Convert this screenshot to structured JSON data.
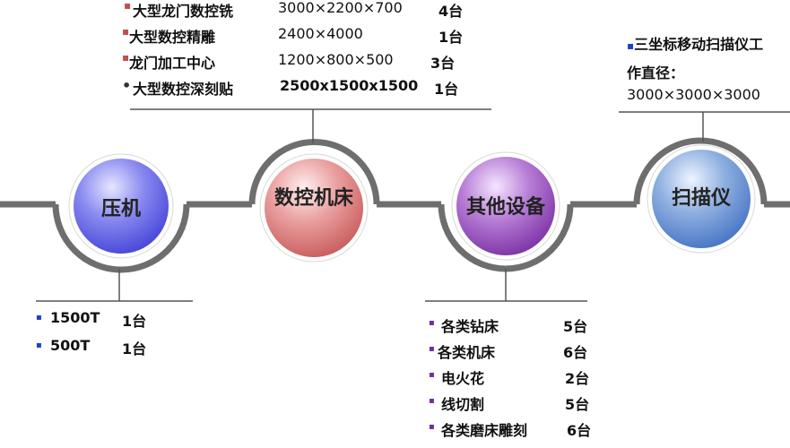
{
  "colors": {
    "track": "#6e6e6e",
    "connector": "#555555",
    "bullet_red": "#c0504d",
    "bullet_purple": "#7030a0",
    "bullet_blue": "#1f3fd0"
  },
  "nodes": [
    {
      "label": "压机",
      "fill": "#6a6ae6"
    },
    {
      "label": "数控机床",
      "fill": "#e07d7d"
    },
    {
      "label": "其他设备",
      "fill": "#a259c4"
    },
    {
      "label": "扫描仪",
      "fill": "#6c95cf"
    }
  ],
  "cnc_items": [
    {
      "bullet": "▪",
      "name": "大型龙门数控铣",
      "size": "3000×2200×700",
      "qty": "4台"
    },
    {
      "bullet": "▪",
      "name": "大型数控精雕",
      "size": "2400×4000",
      "qty": "1台"
    },
    {
      "bullet": "▪",
      "name": "龙门加工中心",
      "size": "1200×800×500",
      "qty": "3台"
    },
    {
      "bullet": "•",
      "name": "大型数控深刻贴",
      "size": "2500x1500x1500",
      "qty": "1台"
    }
  ],
  "scanner": {
    "line1": "三坐标移动扫描仪工",
    "line2": "作直径：",
    "line3": "3000×3000×3000"
  },
  "press_items": [
    {
      "name": "1500T",
      "qty": "1台"
    },
    {
      "name": "500T",
      "qty": "1台"
    }
  ],
  "other_items": [
    {
      "name": "各类钻床",
      "qty": "5台"
    },
    {
      "name": "各类机床",
      "qty": "6台"
    },
    {
      "name": "电火花",
      "qty": "2台"
    },
    {
      "name": "线切割",
      "qty": "5台"
    },
    {
      "name": "各类磨床雕刻",
      "qty": "6台"
    }
  ]
}
